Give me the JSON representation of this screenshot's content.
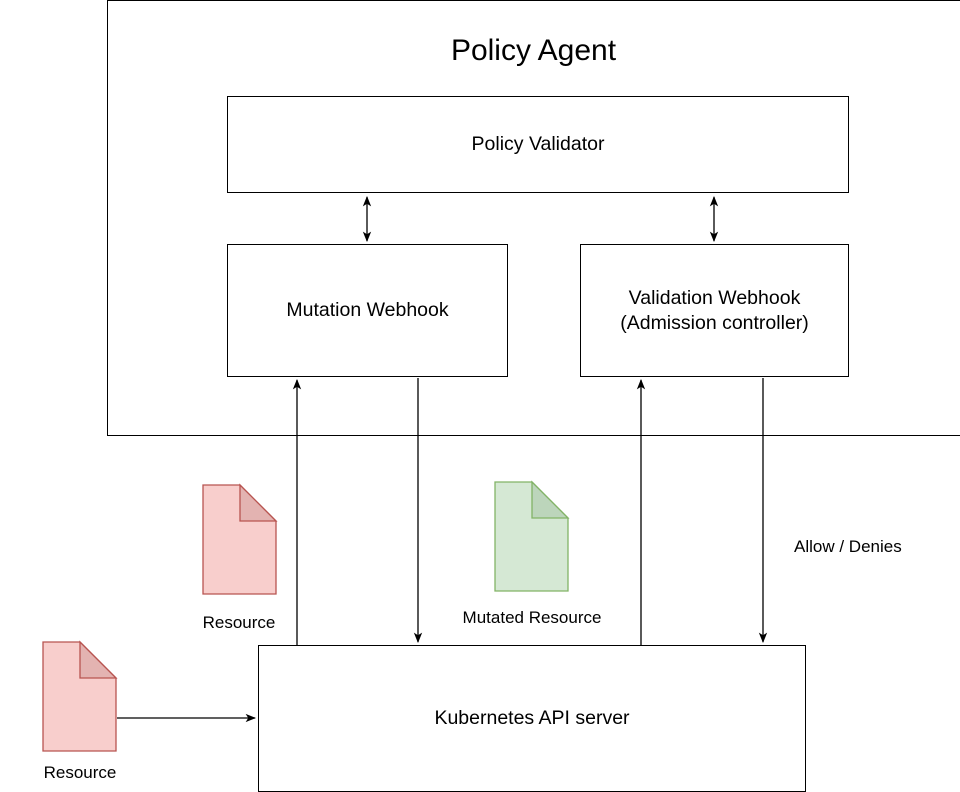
{
  "agent": {
    "title": "Policy Agent",
    "policy_validator": "Policy Validator",
    "mutation_webhook": "Mutation Webhook",
    "validation_webhook_line1": "Validation Webhook",
    "validation_webhook_line2": "(Admission controller)"
  },
  "api_server": {
    "label": "Kubernetes API server"
  },
  "documents": {
    "resource_upper": "Resource",
    "mutated_resource": "Mutated Resource",
    "resource_lower": "Resource"
  },
  "edges": {
    "allow_denies": "Allow / Denies"
  },
  "colors": {
    "red_fill": "#f8cecc",
    "red_stroke": "#b85450",
    "green_fill": "#d5e8d4",
    "green_stroke": "#82b366"
  }
}
